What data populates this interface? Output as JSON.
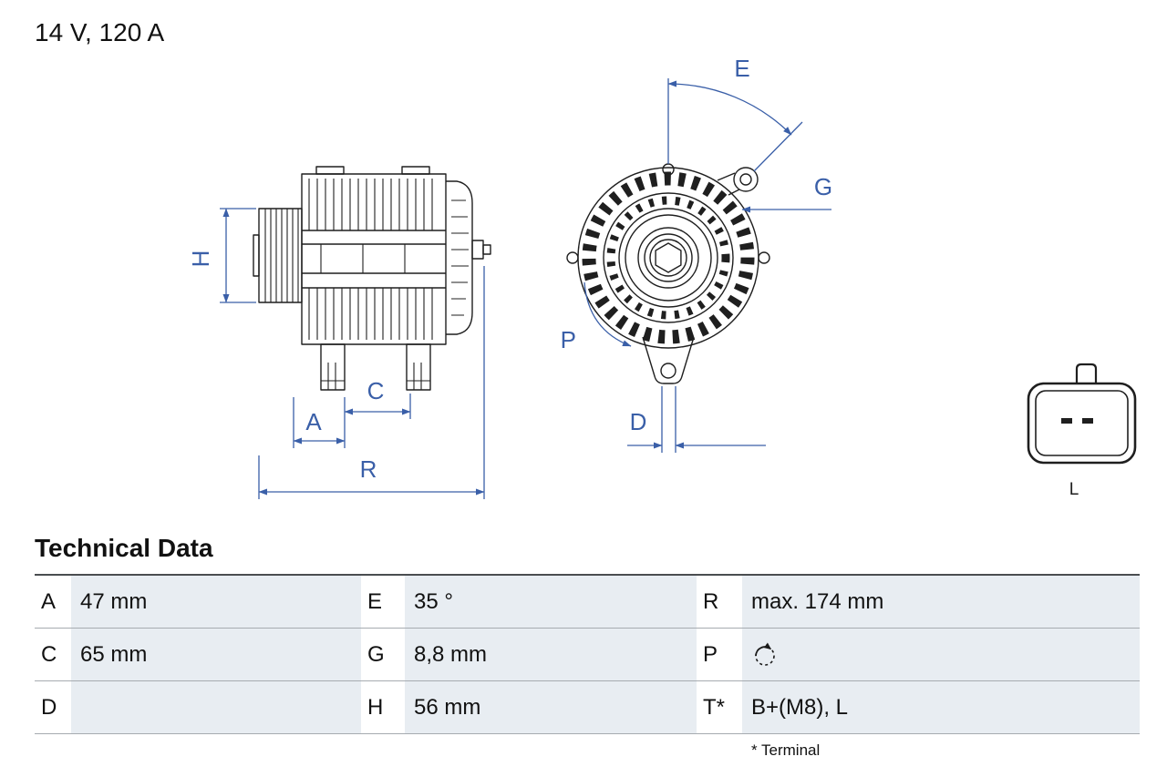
{
  "title": "14 V, 120 A",
  "diagram": {
    "dimension_color": "#3A5FA8",
    "dimension_labels": {
      "h": "H",
      "a": "A",
      "c": "C",
      "r": "R",
      "e": "E",
      "g": "G",
      "p": "P",
      "d": "D"
    },
    "connector_label": "L"
  },
  "technical_data": {
    "heading": "Technical Data",
    "rows": [
      {
        "cells": [
          {
            "key": "A",
            "value": "47 mm"
          },
          {
            "key": "E",
            "value": "35 °"
          },
          {
            "key": "R",
            "value": "max. 174 mm"
          }
        ]
      },
      {
        "cells": [
          {
            "key": "C",
            "value": "65 mm"
          },
          {
            "key": "G",
            "value": "8,8 mm"
          },
          {
            "key": "P",
            "value": "",
            "icon": "rotation-direction-icon"
          }
        ]
      },
      {
        "cells": [
          {
            "key": "D",
            "value": ""
          },
          {
            "key": "H",
            "value": "56 mm"
          },
          {
            "key": "T*",
            "value": "B+(M8), L"
          }
        ]
      }
    ],
    "footnote": "* Terminal"
  }
}
